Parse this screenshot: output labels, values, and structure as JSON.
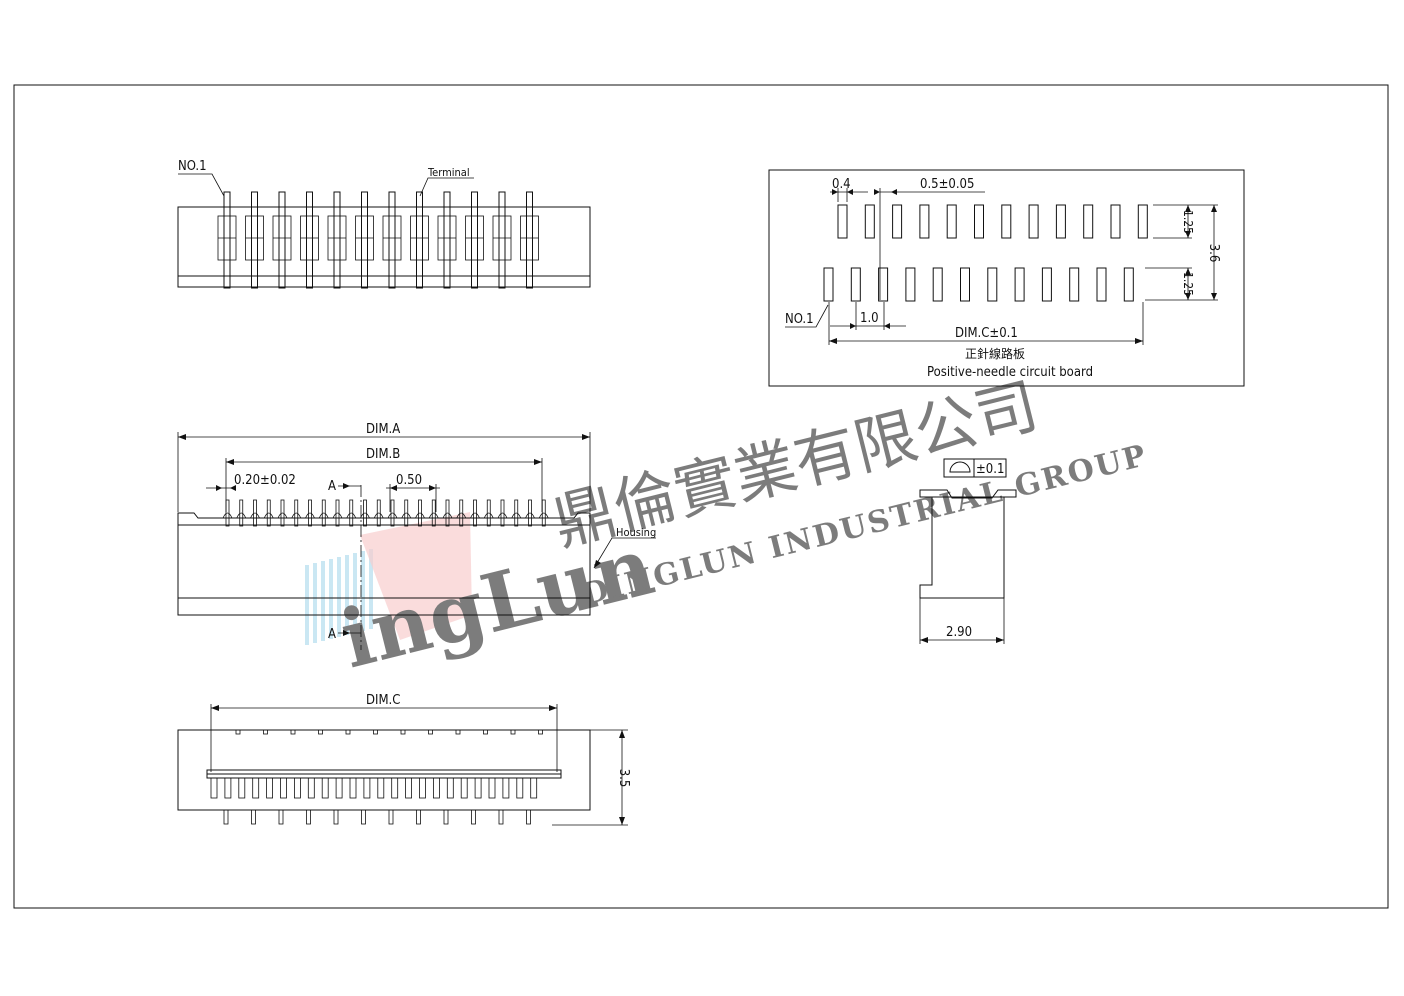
{
  "labels": {
    "no1_top": "NO.1",
    "terminal": "Terminal",
    "dim_a": "DIM.A",
    "dim_b": "DIM.B",
    "pitch_tol": "0.20±0.02",
    "pitch": "0.50",
    "section_a_top": "A",
    "section_a_bottom": "A",
    "housing": "Housing",
    "dim_c_bottom": "DIM.C",
    "height_35": "3.5",
    "pcb_04": "0.4",
    "pcb_pitch": "0.5±0.05",
    "pcb_125_top": "1.25",
    "pcb_36": "3.6",
    "pcb_125_bottom": "1.25",
    "pcb_no1": "NO.1",
    "pcb_10": "1.0",
    "pcb_dim_c": "DIM.C±0.1",
    "pcb_title_cn": "正針線路板",
    "pcb_title_en": "Positive-needle circuit board",
    "flatness": "±0.1",
    "width_290": "2.90"
  },
  "watermark": {
    "company_cn": "鼎倫實業有限公司",
    "company_en": "DINGLUN INDUSTRIAL GROUP",
    "logo_text": "ingLun",
    "color_blue": "#9fd3ea",
    "color_red": "#f2a5a5"
  }
}
